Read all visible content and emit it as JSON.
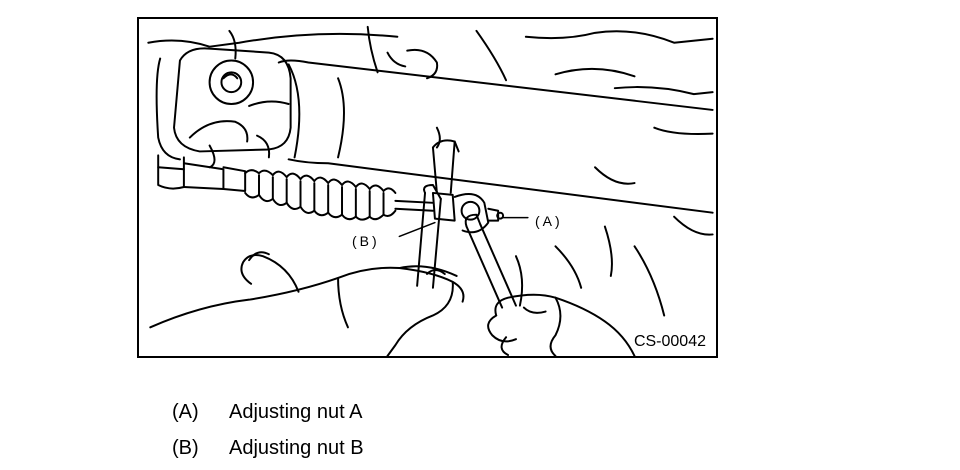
{
  "figure": {
    "code": "CS-00042",
    "callouts": {
      "a": "(A)",
      "b": "(B)"
    }
  },
  "legend": {
    "items": [
      {
        "key": "(A)",
        "text": "Adjusting nut A"
      },
      {
        "key": "(B)",
        "text": "Adjusting nut B"
      }
    ]
  }
}
